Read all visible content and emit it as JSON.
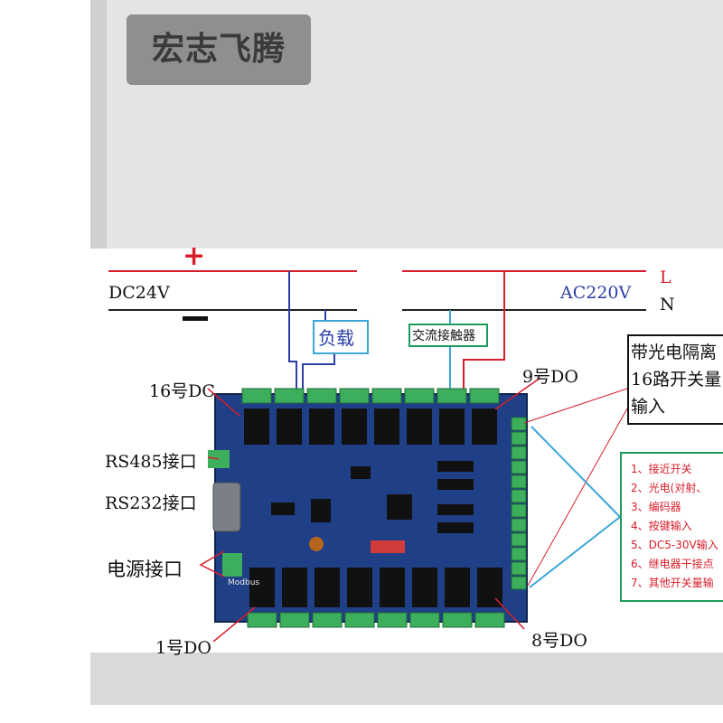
{
  "brand": {
    "text": "宏志飞腾"
  },
  "dc": {
    "plus": "+",
    "minus": "",
    "label": "DC24V"
  },
  "ac": {
    "label": "AC220V",
    "l": "L",
    "n": "N"
  },
  "load": {
    "label": "负载"
  },
  "contactor": {
    "label": "交流接触器"
  },
  "labels": {
    "do16": "16号DC",
    "do9": "9号DO",
    "do1": "1号DO",
    "do8": "8号DO",
    "rs485": "RS485接口",
    "rs232": "RS232接口",
    "power": "电源接口"
  },
  "input_box": {
    "lines": [
      "带光电隔离",
      "16路开关量",
      "输入"
    ]
  },
  "input_types": [
    "1、接近开关",
    "2、光电(对射、",
    "3、编码器",
    "4、按键输入",
    "5、DC5-30V输入",
    "6、继电器干接点",
    "7、其他开关量输"
  ],
  "board": {
    "mark": "Modbus"
  },
  "colors": {
    "red": "#d81e2a",
    "blue": "#2c3fa8",
    "cyan": "#3aa7d8",
    "green": "#1b9c5a",
    "board": "#1f3f86"
  }
}
